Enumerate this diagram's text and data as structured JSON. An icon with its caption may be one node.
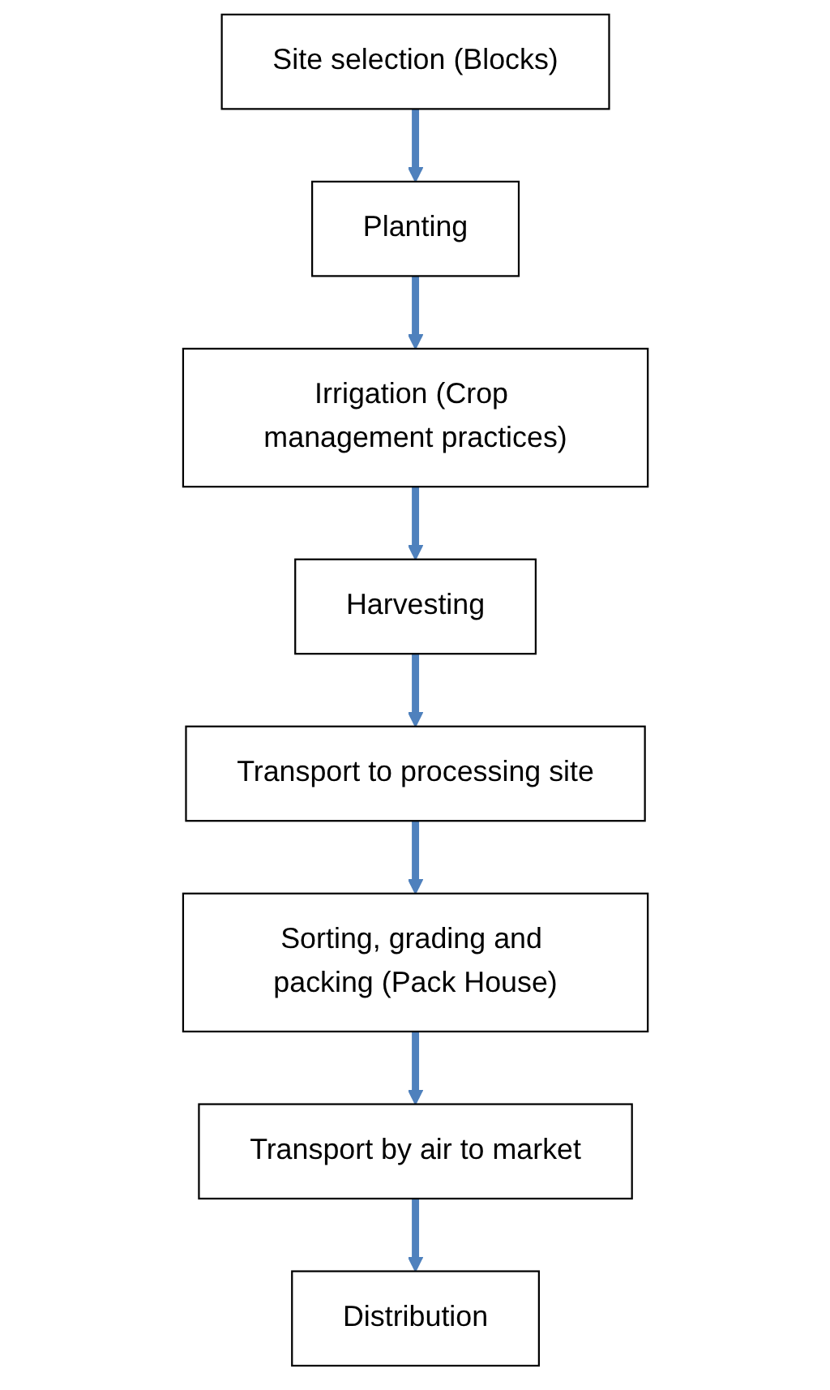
{
  "diagram": {
    "nodes": [
      {
        "text": [
          "Site selection (Blocks)"
        ]
      },
      {
        "text": [
          "Planting"
        ]
      },
      {
        "text": [
          "Irrigation (Crop management practices)"
        ]
      },
      {
        "text": [
          "Harvesting"
        ]
      },
      {
        "text": [
          "Transport to processing site"
        ]
      },
      {
        "text": [
          "Sorting, grading and packing (Pack House)"
        ]
      },
      {
        "text": [
          "Transport by air to market"
        ]
      },
      {
        "text": [
          "Distribution"
        ]
      }
    ],
    "edges": [
      {
        "from": 0,
        "to": 1,
        "arrow": "to"
      },
      {
        "from": 1,
        "to": 2,
        "arrow": "to"
      },
      {
        "from": 2,
        "to": 3,
        "arrow": "to"
      },
      {
        "from": 3,
        "to": 4,
        "arrow": "to"
      },
      {
        "from": 4,
        "to": 5,
        "arrow": "to"
      },
      {
        "from": 5,
        "to": 6,
        "arrow": "to"
      },
      {
        "from": 6,
        "to": 7,
        "arrow": "to"
      }
    ]
  }
}
